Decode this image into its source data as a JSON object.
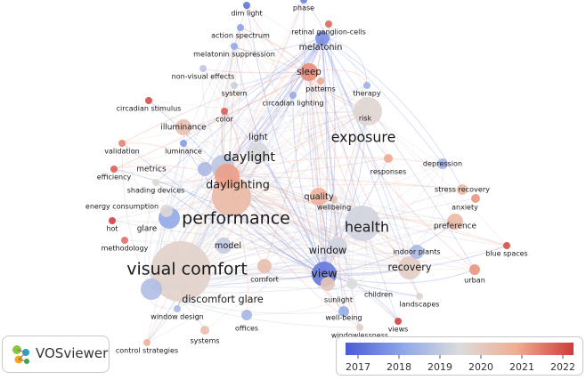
{
  "app": {
    "name": "VOSviewer"
  },
  "colors": {
    "scale": [
      "#4a5bd6",
      "#8fa6e8",
      "#dcdcdc",
      "#f0ad91",
      "#d13a3a"
    ],
    "link_blue": "#9fb0ea",
    "link_red": "#f0b0a0"
  },
  "legend": {
    "ticks": [
      "2017",
      "2018",
      "2019",
      "2020",
      "2021",
      "2022"
    ]
  },
  "terms": [
    {
      "label": "visual comfort",
      "weight": 10,
      "year": 2019.8
    },
    {
      "label": "performance",
      "weight": 9,
      "year": 2020.4
    },
    {
      "label": "health",
      "weight": 7,
      "year": 2019.3
    },
    {
      "label": "exposure",
      "weight": 7,
      "year": 2019.7
    },
    {
      "label": "daylight",
      "weight": 6,
      "year": 2019.0
    },
    {
      "label": "daylighting",
      "weight": 5,
      "year": 2020.9
    },
    {
      "label": "view",
      "weight": 5,
      "year": 2017.5
    },
    {
      "label": "window",
      "weight": 4,
      "year": 2019.3
    },
    {
      "label": "recovery",
      "weight": 4,
      "year": 2019.9
    },
    {
      "label": "discomfort glare",
      "weight": 4,
      "year": 2018.8
    },
    {
      "label": "sleep",
      "weight": 3.5,
      "year": 2021.1
    },
    {
      "label": "melatonin",
      "weight": 3,
      "year": 2017.9
    },
    {
      "label": "light",
      "weight": 3,
      "year": 2019.4
    },
    {
      "label": "model",
      "weight": 3,
      "year": 2019.1
    },
    {
      "label": "quality",
      "weight": 3,
      "year": 2020.6
    },
    {
      "label": "metrics",
      "weight": 2.5,
      "year": 2018.7
    },
    {
      "label": "glare",
      "weight": 2.5,
      "year": 2018.3
    },
    {
      "label": "illuminance",
      "weight": 2.5,
      "year": 2020.2
    },
    {
      "label": "preference",
      "weight": 2.5,
      "year": 2020.4
    },
    {
      "label": "depression",
      "weight": 2,
      "year": 2018.6
    },
    {
      "label": "action spectrum",
      "weight": 2,
      "year": 2018.2
    },
    {
      "label": "melatonin suppression",
      "weight": 2,
      "year": 2018.3
    },
    {
      "label": "stress recovery",
      "weight": 2,
      "year": 2020.3
    },
    {
      "label": "indoor plants",
      "weight": 2,
      "year": 2018.7
    },
    {
      "label": "comfort",
      "weight": 2,
      "year": 2020.3
    },
    {
      "label": "urban",
      "weight": 2,
      "year": 2021.0
    },
    {
      "label": "sunlight",
      "weight": 1.5,
      "year": 2020.1
    },
    {
      "label": "children",
      "weight": 1.5,
      "year": 2019.5
    },
    {
      "label": "well-being",
      "weight": 1.5,
      "year": 2018.4
    },
    {
      "label": "offices",
      "weight": 1.5,
      "year": 2018.6
    },
    {
      "label": "systems",
      "weight": 1.5,
      "year": 2020.3
    },
    {
      "label": "energy consumption",
      "weight": 1.5,
      "year": 2019.6
    },
    {
      "label": "anxiety",
      "weight": 1.5,
      "year": 2021.0
    },
    {
      "label": "responses",
      "weight": 1.5,
      "year": 2020.8
    },
    {
      "label": "retinal ganglion-cells",
      "weight": 1.2,
      "year": 2021.5
    },
    {
      "label": "dim light",
      "weight": 1.2,
      "year": 2017.4
    },
    {
      "label": "phase",
      "weight": 1.2,
      "year": 2017.7
    },
    {
      "label": "non-visual effects",
      "weight": 1.2,
      "year": 2019.0
    },
    {
      "label": "system",
      "weight": 1.2,
      "year": 2019.2
    },
    {
      "label": "patterns",
      "weight": 1.2,
      "year": 2020.8
    },
    {
      "label": "therapy",
      "weight": 1.2,
      "year": 2018.5
    },
    {
      "label": "circadian stimulus",
      "weight": 1.2,
      "year": 2021.8
    },
    {
      "label": "circadian lighting",
      "weight": 1.2,
      "year": 2018.4
    },
    {
      "label": "color",
      "weight": 1.2,
      "year": 2021.6
    },
    {
      "label": "risk",
      "weight": 1.2,
      "year": 2019.6
    },
    {
      "label": "validation",
      "weight": 1.2,
      "year": 2021.2
    },
    {
      "label": "luminance",
      "weight": 1.2,
      "year": 2018.1
    },
    {
      "label": "efficiency",
      "weight": 1.2,
      "year": 2021.6
    },
    {
      "label": "shading devices",
      "weight": 1.2,
      "year": 2019.6
    },
    {
      "label": "wellbeing",
      "weight": 1.2,
      "year": 2020.2
    },
    {
      "label": "hot",
      "weight": 1.2,
      "year": 2021.9
    },
    {
      "label": "methodology",
      "weight": 1.2,
      "year": 2021.4
    },
    {
      "label": "landscapes",
      "weight": 1.2,
      "year": 2019.7
    },
    {
      "label": "blue spaces",
      "weight": 1.2,
      "year": 2021.8
    },
    {
      "label": "window design",
      "weight": 1.2,
      "year": 2018.7
    },
    {
      "label": "control strategies",
      "weight": 1.2,
      "year": 2020.6
    },
    {
      "label": "views",
      "weight": 1.2,
      "year": 2021.9
    },
    {
      "label": "windowlessness",
      "weight": 1.2,
      "year": 2019.9
    }
  ]
}
